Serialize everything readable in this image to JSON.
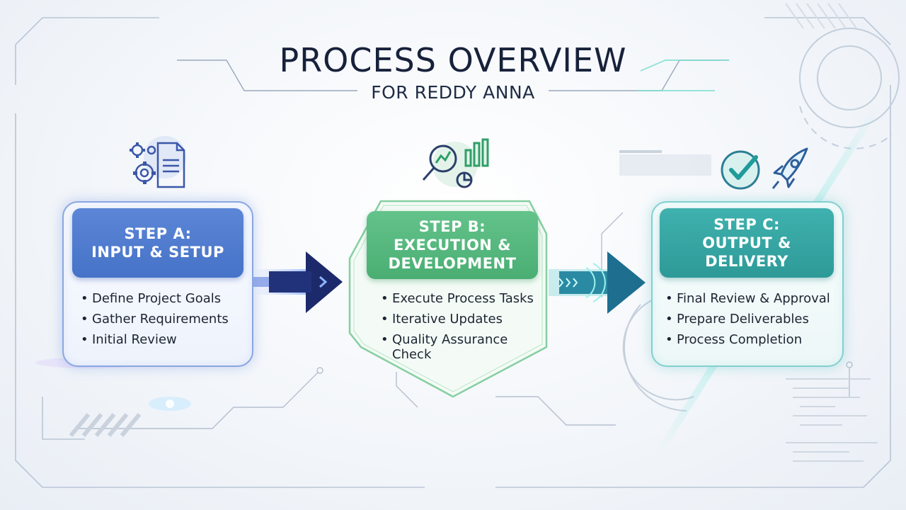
{
  "header": {
    "title": "PROCESS OVERVIEW",
    "subtitle": "FOR REDDY ANNA"
  },
  "steps": [
    {
      "label": "STEP A:\nINPUT & SETUP",
      "color": "#4F7ACD",
      "icon": "gears-document-icon",
      "items": [
        "Define Project Goals",
        "Gather Requirements",
        "Initial Review"
      ]
    },
    {
      "label": "STEP B:\nEXECUTION &\nDEVELOPMENT",
      "color": "#55B87E",
      "icon": "magnifier-chart-icon",
      "items": [
        "Execute Process Tasks",
        "Iterative Updates",
        "Quality Assurance\nCheck"
      ]
    },
    {
      "label": "STEP C:\nOUTPUT &\nDELIVERY",
      "color": "#35A6A4",
      "icon": "checkmark-rocket-icon",
      "items": [
        "Final Review & Approval",
        "Prepare Deliverables",
        "Process Completion"
      ]
    }
  ]
}
